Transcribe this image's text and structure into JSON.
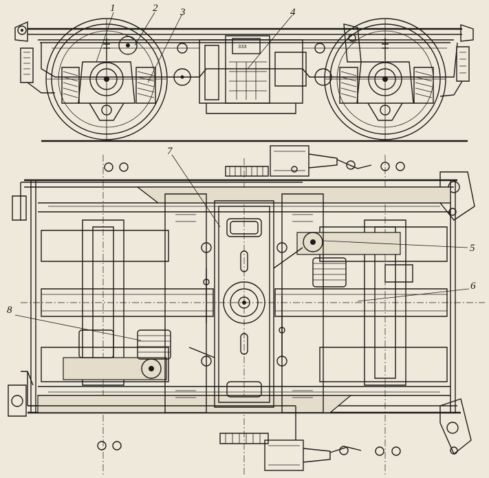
{
  "figure": {
    "callouts": [
      {
        "id": "1",
        "text": "1"
      },
      {
        "id": "2",
        "text": "2"
      },
      {
        "id": "3",
        "text": "3"
      },
      {
        "id": "4",
        "text": "4"
      },
      {
        "id": "5",
        "text": "5"
      },
      {
        "id": "6",
        "text": "6"
      },
      {
        "id": "7",
        "text": "7"
      },
      {
        "id": "8",
        "text": "8"
      }
    ],
    "plate_text": "333"
  }
}
